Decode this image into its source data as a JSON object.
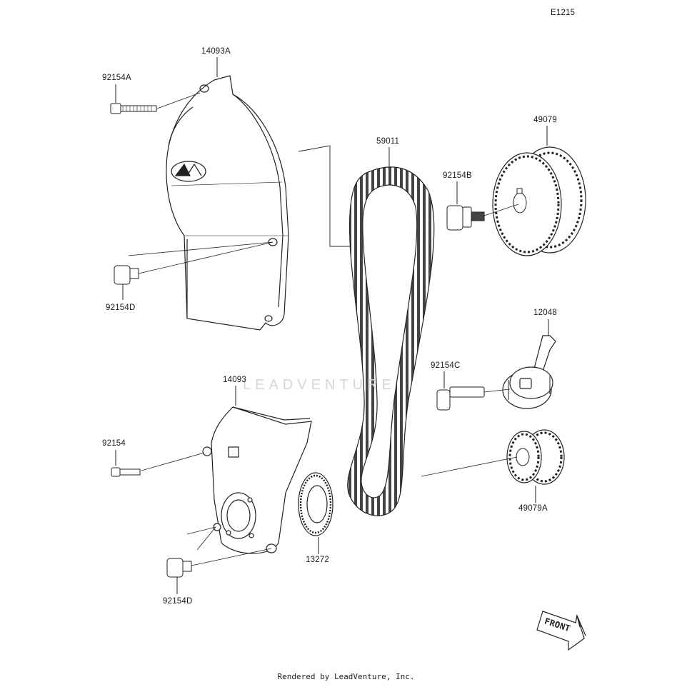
{
  "diagram": {
    "code": "E1215",
    "footer": "Rendered by LeadVenture, Inc.",
    "watermark": "LEADVENTURE",
    "front_label": "FRONT",
    "parts": {
      "p_14093A": "14093A",
      "p_92154A": "92154A",
      "p_92154D_top": "92154D",
      "p_59011": "59011",
      "p_92154B": "92154B",
      "p_49079": "49079",
      "p_12048": "12048",
      "p_92154C": "92154C",
      "p_14093": "14093",
      "p_92154": "92154",
      "p_13272": "13272",
      "p_92154D_bottom": "92154D",
      "p_49079A": "49079A"
    }
  }
}
